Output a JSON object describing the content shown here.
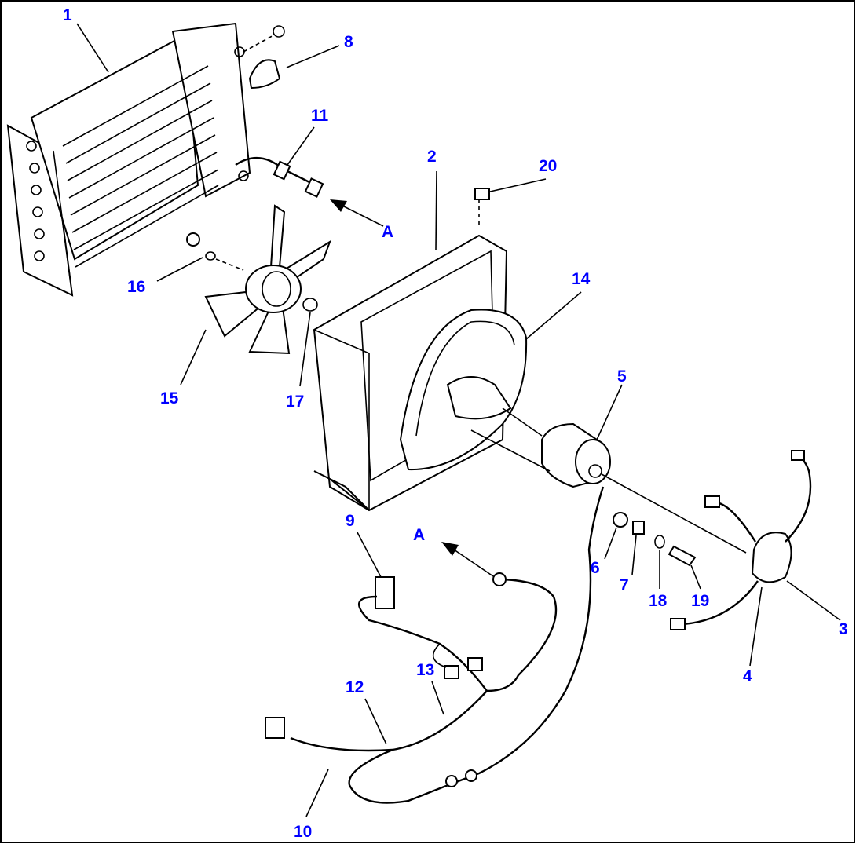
{
  "colors": {
    "label": "#0000ff",
    "line": "#000000",
    "background": "#ffffff"
  },
  "callouts": [
    {
      "id": "1",
      "text": "1"
    },
    {
      "id": "2",
      "text": "2"
    },
    {
      "id": "3",
      "text": "3"
    },
    {
      "id": "4",
      "text": "4"
    },
    {
      "id": "5",
      "text": "5"
    },
    {
      "id": "6",
      "text": "6"
    },
    {
      "id": "7",
      "text": "7"
    },
    {
      "id": "8",
      "text": "8"
    },
    {
      "id": "9",
      "text": "9"
    },
    {
      "id": "10",
      "text": "10"
    },
    {
      "id": "11",
      "text": "11"
    },
    {
      "id": "12",
      "text": "12"
    },
    {
      "id": "13",
      "text": "13"
    },
    {
      "id": "14",
      "text": "14"
    },
    {
      "id": "15",
      "text": "15"
    },
    {
      "id": "16",
      "text": "16"
    },
    {
      "id": "17",
      "text": "17"
    },
    {
      "id": "18",
      "text": "18"
    },
    {
      "id": "19",
      "text": "19"
    },
    {
      "id": "20",
      "text": "20"
    }
  ],
  "view_marks": [
    {
      "id": "A-top",
      "text": "A"
    },
    {
      "id": "A-bottom",
      "text": "A"
    }
  ]
}
